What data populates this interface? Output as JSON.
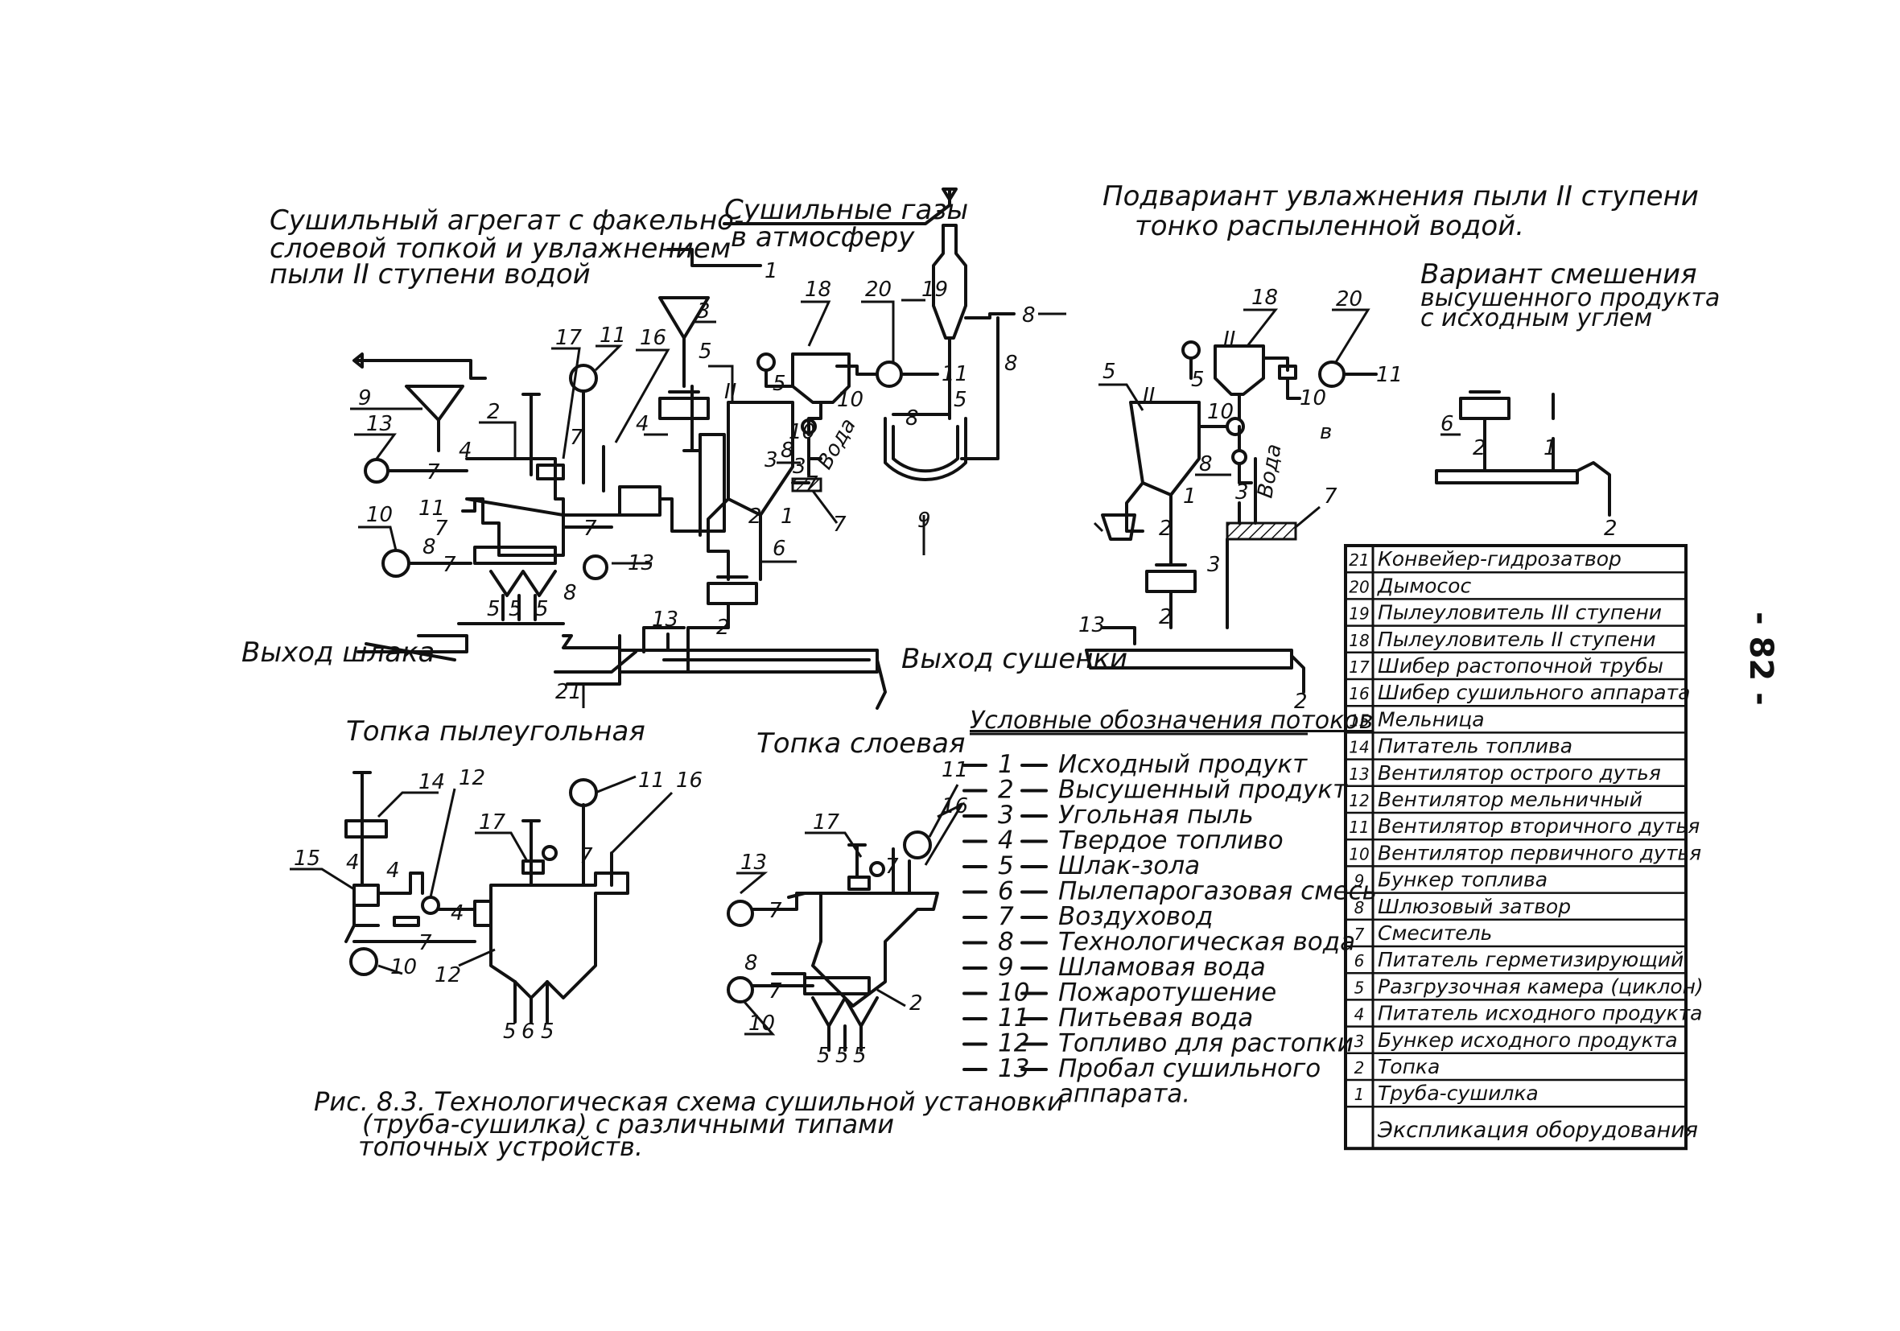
{
  "page_number": "- 82 -",
  "titles": {
    "main_line1": "Сушильный агрегат с факельно-",
    "main_line2": "слоевой топкой и увлажнением",
    "main_line3": "пыли II ступени водой",
    "gases_line1": "Сушильные газы",
    "gases_line2": "в атмосферу",
    "sub_line1": "Подвариант увлажнения пыли II ступени",
    "sub_line2": "тонко распыленной водой.",
    "var_line1": "Вариант смешения",
    "var_line2": "высушенного продукта",
    "var_line3": "с исходным углем",
    "slag_exit": "Выход шлака",
    "dry_exit": "Выход сушенки",
    "water": "Вода",
    "pulverized_furnace": "Топка пылеугольная",
    "layer_furnace": "Топка слоевая"
  },
  "legend": {
    "heading": "Условные обозначения потоков",
    "items": [
      {
        "num": "1",
        "label": "Исходный продукт"
      },
      {
        "num": "2",
        "label": "Высушенный продукт"
      },
      {
        "num": "3",
        "label": "Угольная пыль"
      },
      {
        "num": "4",
        "label": "Твердое топливо"
      },
      {
        "num": "5",
        "label": "Шлак-зола"
      },
      {
        "num": "6",
        "label": "Пылепарогазовая смесь"
      },
      {
        "num": "7",
        "label": "Воздуховод"
      },
      {
        "num": "8",
        "label": "Технологическая вода"
      },
      {
        "num": "9",
        "label": "Шламовая вода"
      },
      {
        "num": "10",
        "label": "Пожаротушение"
      },
      {
        "num": "11",
        "label": "Питьевая вода"
      },
      {
        "num": "12",
        "label": "Топливо для растопки"
      },
      {
        "num": "13",
        "label": "Пробал сушильного"
      },
      {
        "num": "",
        "label": "аппарата."
      }
    ]
  },
  "caption": {
    "line1": "Рис. 8.3. Технологическая схема сушильной установки",
    "line2": "(труба-сушилка) с различными типами",
    "line3": "топочных устройств."
  },
  "explication": {
    "footer": "Экспликация оборудования",
    "rows": [
      {
        "num": "21",
        "label": "Конвейер-гидрозатвор"
      },
      {
        "num": "20",
        "label": "Дымосос"
      },
      {
        "num": "19",
        "label": "Пылеуловитель III ступени"
      },
      {
        "num": "18",
        "label": "Пылеуловитель II ступени"
      },
      {
        "num": "17",
        "label": "Шибер растопочной трубы"
      },
      {
        "num": "16",
        "label": "Шибер сушильного аппарата"
      },
      {
        "num": "15",
        "label": "Мельница"
      },
      {
        "num": "14",
        "label": "Питатель топлива"
      },
      {
        "num": "13",
        "label": "Вентилятор острого дутья"
      },
      {
        "num": "12",
        "label": "Вентилятор мельничный"
      },
      {
        "num": "11",
        "label": "Вентилятор вторичного дутья"
      },
      {
        "num": "10",
        "label": "Вентилятор первичного дутья"
      },
      {
        "num": "9",
        "label": "Бункер топлива"
      },
      {
        "num": "8",
        "label": "Шлюзовый затвор"
      },
      {
        "num": "7",
        "label": "Смеситель"
      },
      {
        "num": "6",
        "label": "Питатель герметизирующий"
      },
      {
        "num": "5",
        "label": "Разгрузочная камера (циклон)"
      },
      {
        "num": "4",
        "label": "Питатель исходного продукта"
      },
      {
        "num": "3",
        "label": "Бункер исходного продукта"
      },
      {
        "num": "2",
        "label": "Топка"
      },
      {
        "num": "1",
        "label": "Труба-сушилка"
      }
    ]
  }
}
